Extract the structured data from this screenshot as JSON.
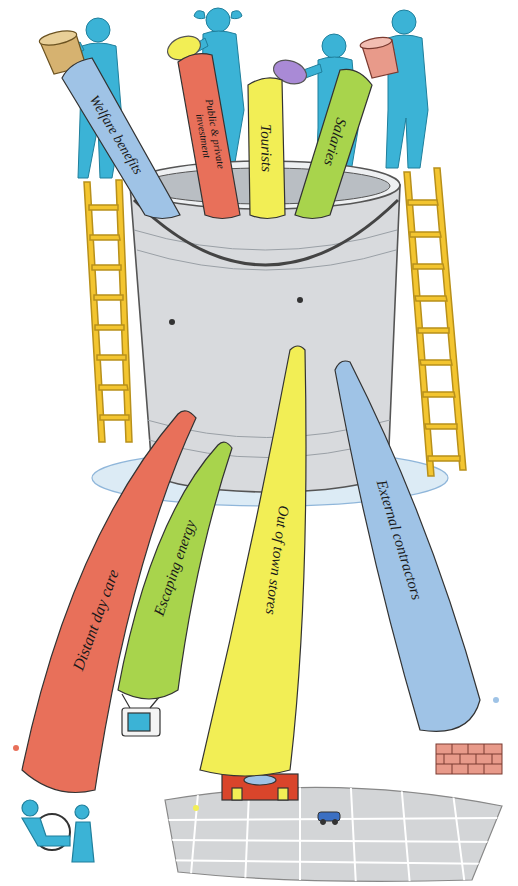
{
  "diagram": {
    "nodes": [
      {
        "text": [
          "Welfare benefits"
        ]
      },
      {
        "text": [
          "Public & private investment"
        ]
      },
      {
        "text": [
          "Tourists"
        ]
      },
      {
        "text": [
          "Salaries"
        ]
      },
      {
        "text": [
          "Distant day care"
        ]
      },
      {
        "text": [
          "Escaping energy"
        ]
      },
      {
        "text": [
          "Out of town stores"
        ]
      },
      {
        "text": [
          "External contractors"
        ]
      }
    ]
  }
}
